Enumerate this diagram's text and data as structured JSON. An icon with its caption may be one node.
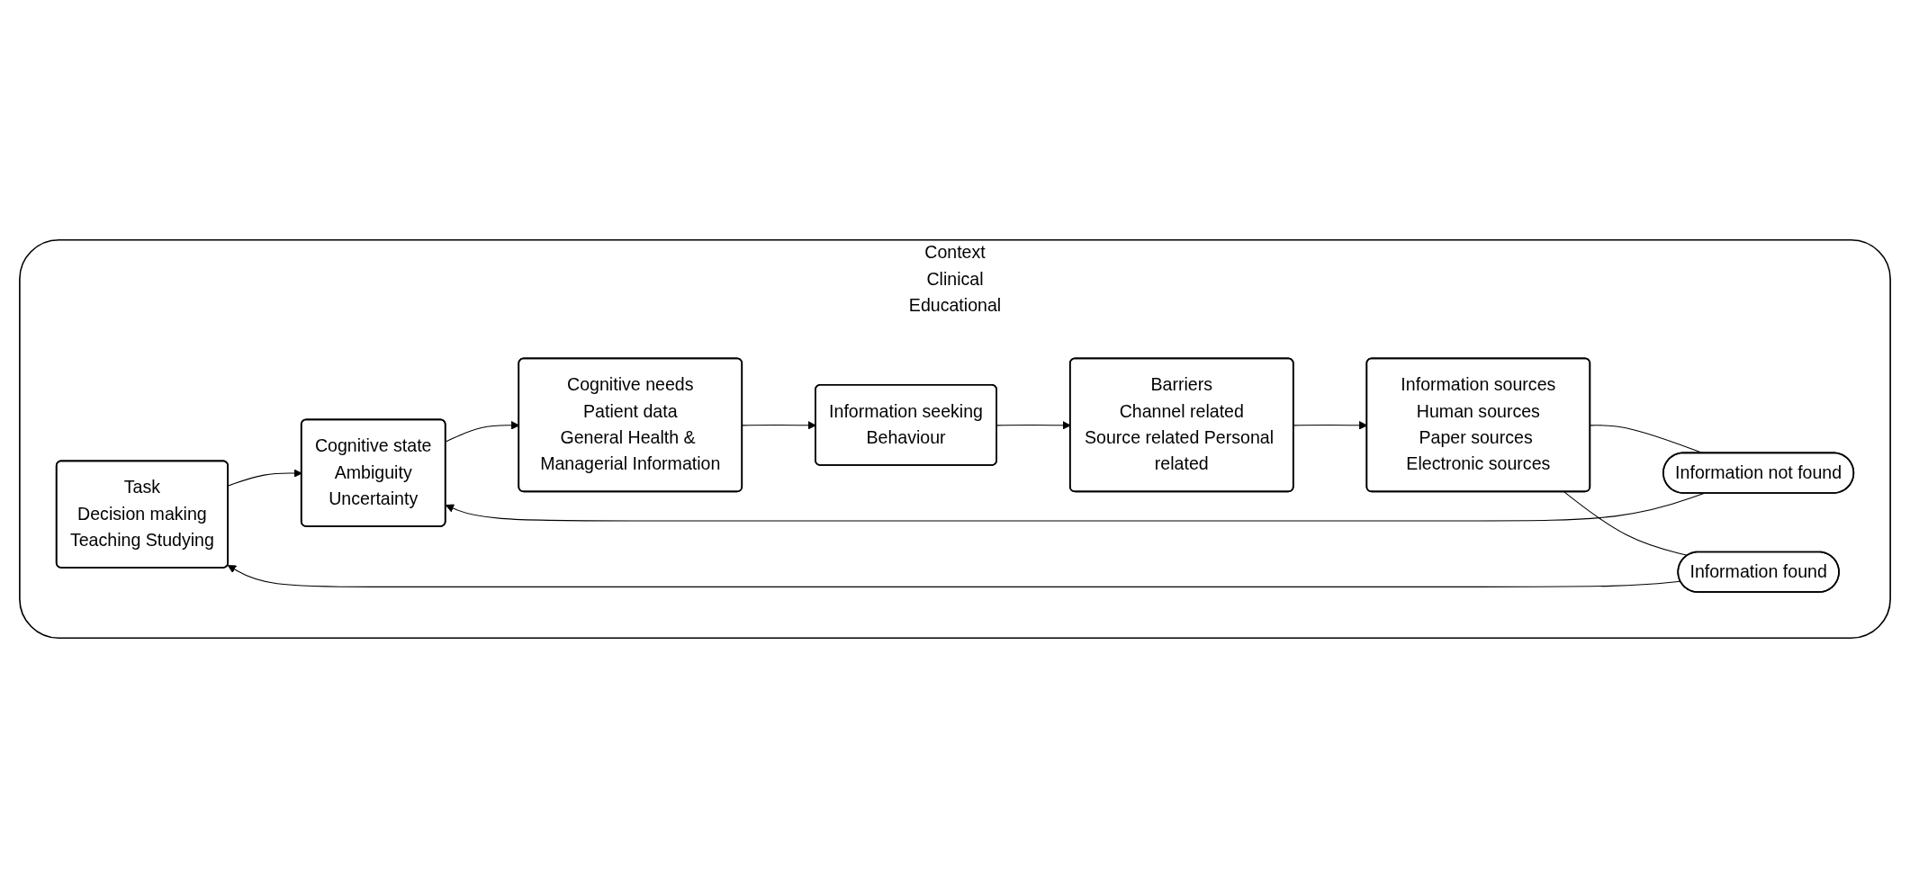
{
  "diagram": {
    "nodes": [
      {
        "text": [
          "Context",
          "Clinical",
          "Educational"
        ]
      },
      {
        "text": [
          "Task",
          "Decision making",
          "Teaching Studying"
        ],
        "in": 0
      },
      {
        "text": [
          "Cognitive state",
          "Ambiguity",
          "Uncertainty"
        ],
        "in": 0
      },
      {
        "text": [
          "Cognitive needs",
          "Patient data",
          "General Health & Managerial Information"
        ],
        "in": 0
      },
      {
        "text": [
          "Information seeking",
          "Behaviour"
        ],
        "in": 0
      },
      {
        "text": [
          "Barriers",
          "Channel related",
          "Source related Personal related"
        ],
        "in": 0
      },
      {
        "text": [
          "Information sources",
          "Human sources",
          "Paper sources Electronic sources"
        ],
        "in": 0
      },
      {
        "text": [
          "Information not found"
        ],
        "in": 0
      },
      {
        "text": [
          "Information found"
        ],
        "in": 0
      }
    ],
    "edges": [
      {
        "from": 1,
        "to": 2,
        "arrow": "to"
      },
      {
        "from": 2,
        "to": 3,
        "arrow": "to"
      },
      {
        "from": 3,
        "to": 4,
        "arrow": "to"
      },
      {
        "from": 4,
        "to": 5,
        "arrow": "to"
      },
      {
        "from": 5,
        "to": 6,
        "arrow": "to"
      },
      {
        "from": 6,
        "to": 7,
        "arrow": "none"
      },
      {
        "from": 7,
        "to": 2,
        "arrow": "to"
      },
      {
        "from": 6,
        "to": 8,
        "arrow": "none"
      },
      {
        "from": 8,
        "to": 1,
        "arrow": "to"
      }
    ]
  }
}
